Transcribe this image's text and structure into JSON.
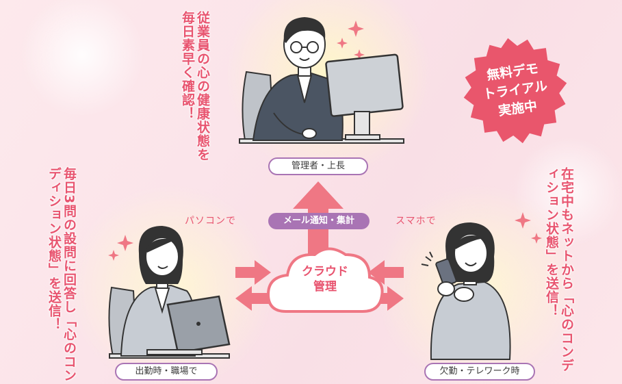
{
  "manager": {
    "caption": "従業員の心の健康状態を毎日素早く確認！",
    "label": "管理者・上長"
  },
  "office_worker": {
    "caption": "毎日3問の設問に回答し「心のコンディション状態」を送信！",
    "device_label": "パソコンで",
    "label": "出勤時・職場で"
  },
  "remote_worker": {
    "caption": "在宅中もネットから「心のコンディション状態」を送信！",
    "device_label": "スマホで",
    "label": "欠勤・テレワーク時"
  },
  "cloud": {
    "line1": "クラウド",
    "line2": "管理",
    "notify_label": "メール通知・集計"
  },
  "badge": {
    "line1": "無料デモ",
    "line2": "トライアル",
    "line3": "実施中"
  },
  "colors": {
    "accent_pink": "#e8546f",
    "arrow_pink": "#ef7784",
    "purple": "#a974b4",
    "badge_red": "#e9566c"
  }
}
